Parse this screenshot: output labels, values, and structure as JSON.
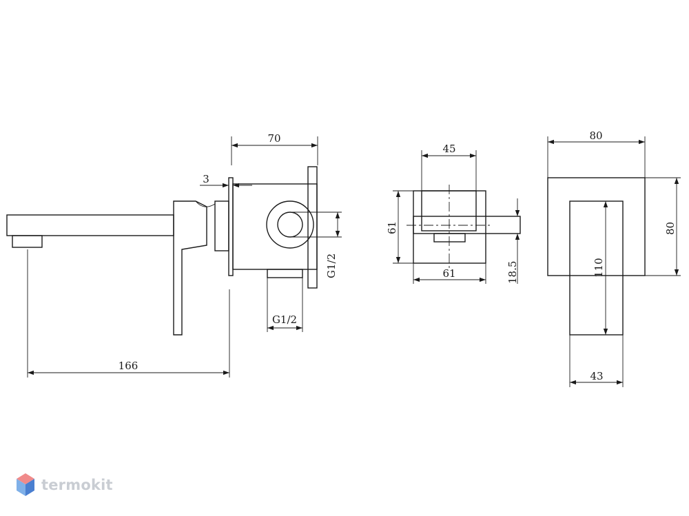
{
  "dimensions": {
    "side_body_width": "70",
    "plate_thickness": "3",
    "side_inlet_thread": "G1/2",
    "bottom_inlet_thread": "G1/2",
    "spout_reach": "166",
    "front_top_width": "45",
    "front_height": "61",
    "front_bottom_width": "61",
    "front_offset": "18.5",
    "plate_width": "80",
    "plate_height": "80",
    "handle_length": "110",
    "handle_width": "43"
  },
  "logo": {
    "text": "termokit",
    "icon": "hexagon-cube-icon",
    "colors": {
      "top": "#f08a8a",
      "left": "#7fb0e8",
      "right": "#4a7fd0",
      "text": "#c9cdd3"
    }
  }
}
